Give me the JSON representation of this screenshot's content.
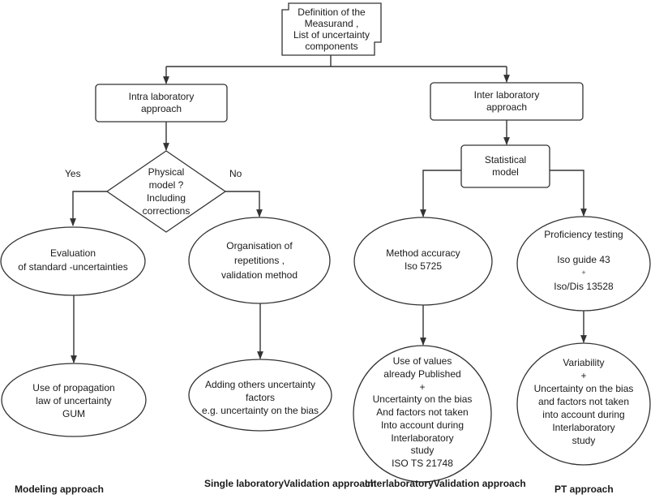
{
  "nodes": {
    "definition": {
      "lines": [
        "Definition of the",
        "Measurand ,",
        "List of uncertainty",
        "components"
      ]
    },
    "intra": {
      "lines": [
        "Intra laboratory",
        "approach"
      ]
    },
    "inter": {
      "lines": [
        "Inter laboratory",
        "approach"
      ]
    },
    "physical_model": {
      "lines": [
        "Physical",
        "model ?",
        "Including",
        "corrections"
      ]
    },
    "statistical_model": {
      "lines": [
        "Statistical",
        "model"
      ]
    },
    "evaluation": {
      "lines": [
        "Evaluation",
        "of standard -uncertainties"
      ]
    },
    "organisation": {
      "lines": [
        "Organisation of",
        "repetitions ,",
        "validation  method"
      ]
    },
    "method_accuracy": {
      "lines": [
        "Method accuracy",
        "Iso 5725"
      ]
    },
    "proficiency": {
      "line1": "Proficiency testing",
      "line2": "Iso guide  43",
      "plus": "+",
      "line3": "Iso/Dis 13528"
    },
    "propagation": {
      "lines": [
        "Use of propagation",
        "law  of uncertainty",
        "GUM"
      ]
    },
    "adding": {
      "lines": [
        "Adding others uncertainty",
        "factors",
        "e.g. uncertainty  on the bias"
      ]
    },
    "use_values": {
      "lines": [
        "Use of values",
        "already  Published",
        "+",
        "Uncertainty  on the bias",
        "And factors  not taken",
        "Into account during",
        "Interlaboratory",
        "study",
        "ISO TS 21748"
      ]
    },
    "variability": {
      "lines": [
        "Variability",
        "+",
        "Uncertainty  on the bias",
        "and factors  not taken",
        "into account during",
        "Interlaboratory",
        "study"
      ]
    }
  },
  "branches": {
    "yes": "Yes",
    "no": "No"
  },
  "captions": {
    "modeling": {
      "lines": [
        "Modeling approach"
      ]
    },
    "single": {
      "lines": [
        "Single laboratory",
        "Validation approach"
      ]
    },
    "interlab": {
      "lines": [
        "Interlaboratory",
        "Validation approach"
      ]
    },
    "pt": {
      "lines": [
        "PT approach"
      ]
    }
  }
}
